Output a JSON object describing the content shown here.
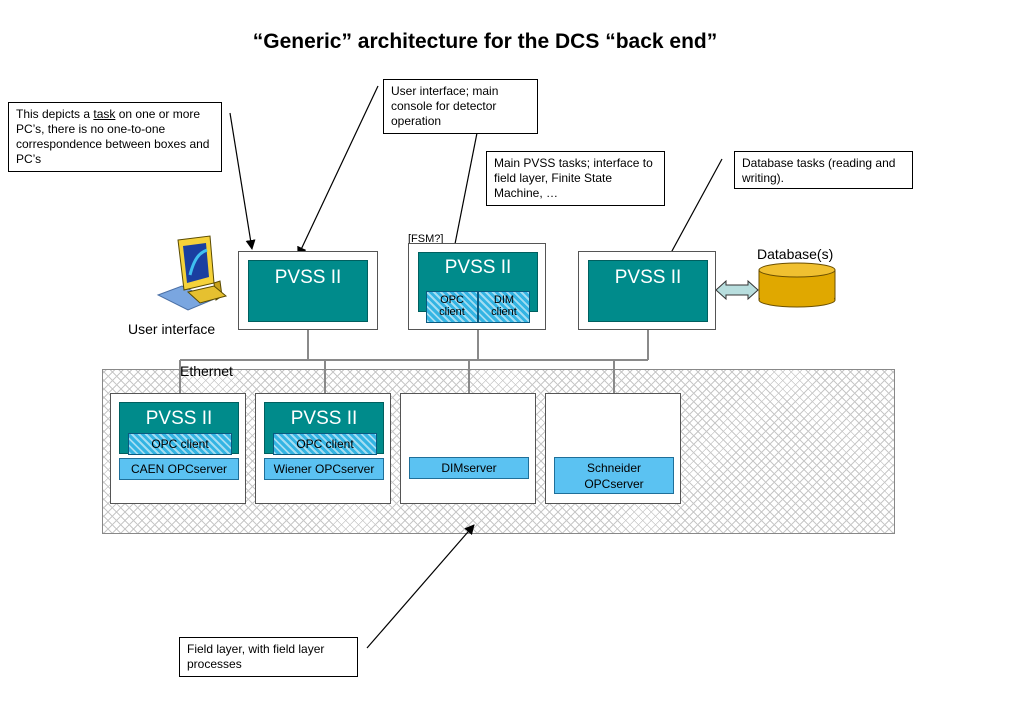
{
  "title": "“Generic” architecture for the DCS “back end”",
  "callouts": {
    "task": {
      "before": "This depicts a ",
      "underlined": "task",
      "after": " on one or more PC’s, there is no one-to-one correspondence between boxes and PC’s"
    },
    "user_interface": "User interface; main console for detector operation",
    "main_pvss": "Main PVSS tasks; interface to field layer, Finite State Machine, …",
    "database_tasks": "Database tasks (reading and writing).",
    "field_layer": "Field layer, with field layer processes"
  },
  "top_row": {
    "ui_pvss": "PVSS II",
    "fsm_note": "[FSM?]",
    "main_pvss": "PVSS II",
    "opc_client": "OPC client",
    "dim_client": "DIM client",
    "db_pvss": "PVSS II"
  },
  "labels": {
    "user_interface": "User interface",
    "database": "Database(s)",
    "ethernet": "Ethernet"
  },
  "field_boxes": {
    "caen_pvss": "PVSS II",
    "caen_opc_client": "OPC client",
    "caen_server": "CAEN OPCserver",
    "wiener_pvss": "PVSS II",
    "wiener_opc_client": "OPC client",
    "wiener_server": "Wiener OPCserver",
    "dim_server": "DIMserver",
    "schneider_server": "Schneider OPCserver"
  },
  "colors": {
    "pvss_fill": "#008b8b",
    "client_fill": "#33b4e3",
    "server_fill": "#5bc2f2",
    "database_fill": "#e0a800",
    "arrow_fill": "#b8dede"
  }
}
